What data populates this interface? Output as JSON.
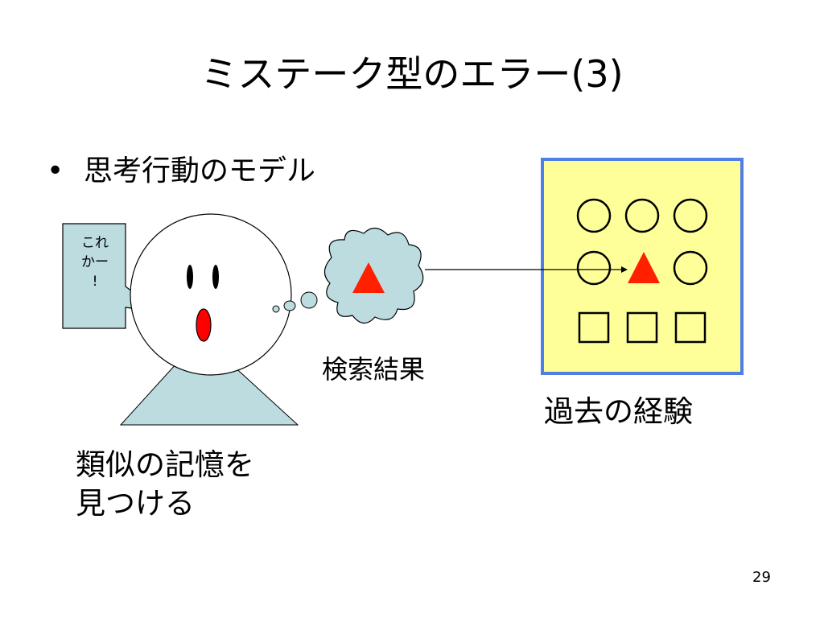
{
  "slide": {
    "title": "ミステーク型のエラー(3)",
    "bullet": "思考行動のモデル",
    "speech_lines": [
      "これ",
      "かー",
      "!"
    ],
    "search_caption": "検索結果",
    "experience_caption": "過去の経験",
    "find_caption_lines": [
      "類似の記憶を",
      "見つける"
    ],
    "page_number": "29"
  },
  "icons": {
    "bullet": "bullet-dot-icon",
    "person": "person-icon",
    "thought": "thought-cloud-icon",
    "memory_shapes": [
      "circle",
      "circle",
      "circle",
      "circle",
      "triangle",
      "circle",
      "square",
      "square",
      "square"
    ]
  },
  "colors": {
    "face": "#ffffff",
    "body": "#bcdce0",
    "speech_bubble": "#bcdce0",
    "cloud": "#bcdce0",
    "triangle": "#ff2000",
    "mouth": "#ff0000",
    "memory_box_fill": "#ffff99",
    "memory_box_border": "#4f7ee5"
  }
}
